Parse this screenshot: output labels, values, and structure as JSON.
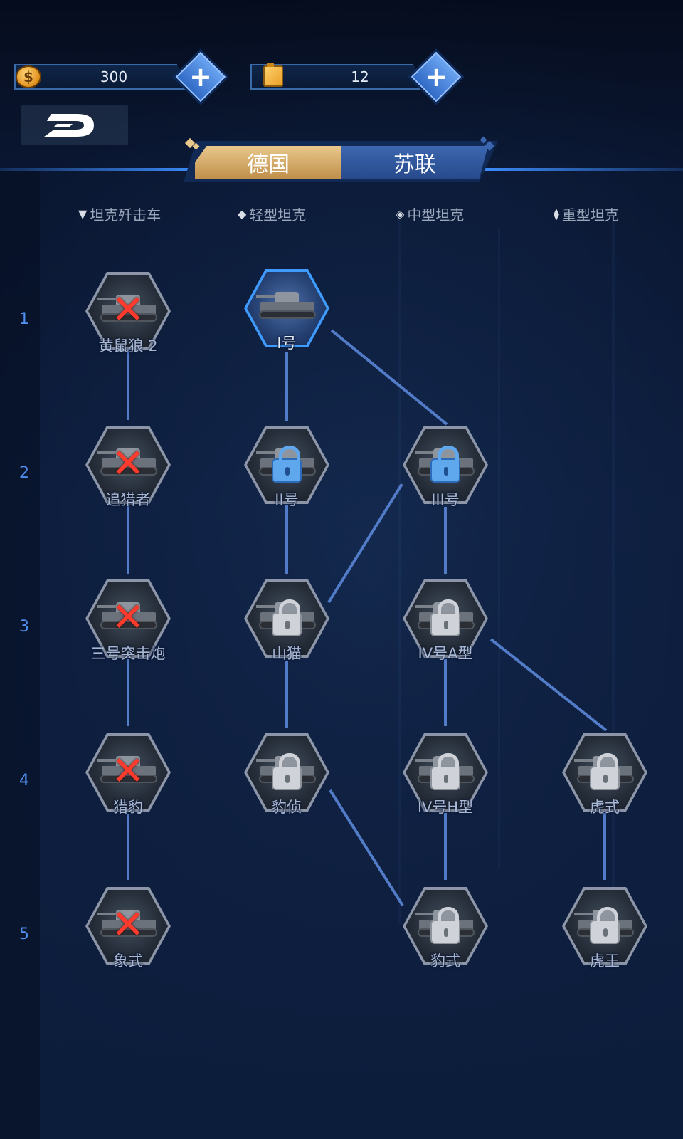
{
  "currency": {
    "coins": {
      "icon": "coin-icon",
      "symbol": "$",
      "value": "300"
    },
    "fuel": {
      "icon": "fuel-can-icon",
      "value": "12"
    },
    "plus_glyph": "+"
  },
  "tabs": [
    {
      "id": "de",
      "label": "德国",
      "selected": true
    },
    {
      "id": "su",
      "label": "苏联",
      "selected": false
    }
  ],
  "legend": [
    {
      "glyph": "▼",
      "label": "坦克歼击车"
    },
    {
      "glyph": "◆",
      "label": "轻型坦克"
    },
    {
      "glyph": "◈",
      "label": "中型坦克"
    },
    {
      "glyph": "⧫",
      "label": "重型坦克"
    }
  ],
  "rows": [
    "1",
    "2",
    "3",
    "4",
    "5"
  ],
  "nodes": [
    {
      "id": "n1",
      "label": "黄鼠狼 2",
      "status": "x"
    },
    {
      "id": "n2",
      "label": "I号",
      "status": "active"
    },
    {
      "id": "n3",
      "label": "追猎者",
      "status": "x"
    },
    {
      "id": "n4",
      "label": "II号",
      "status": "lock-blue"
    },
    {
      "id": "n5",
      "label": "III号",
      "status": "lock-blue"
    },
    {
      "id": "n6",
      "label": "三号突击炮",
      "status": "x"
    },
    {
      "id": "n7",
      "label": "山猫",
      "status": "lock"
    },
    {
      "id": "n8",
      "label": "IV号A型",
      "status": "lock"
    },
    {
      "id": "n9",
      "label": "猎豹",
      "status": "x"
    },
    {
      "id": "n10",
      "label": "豹侦",
      "status": "lock"
    },
    {
      "id": "n11",
      "label": "IV号H型",
      "status": "lock"
    },
    {
      "id": "n12",
      "label": "虎式",
      "status": "lock"
    },
    {
      "id": "n13",
      "label": "象式",
      "status": "x"
    },
    {
      "id": "n14",
      "label": "豹式",
      "status": "lock"
    },
    {
      "id": "n15",
      "label": "虎王",
      "status": "lock"
    }
  ],
  "marks": {
    "x": "✕"
  },
  "colors": {
    "accent": "#3d8dff",
    "line": "#5a86d6",
    "tab_gold": "#d9aa62",
    "tab_blue": "#2f57a0",
    "row_number": "#4f8ff0"
  }
}
